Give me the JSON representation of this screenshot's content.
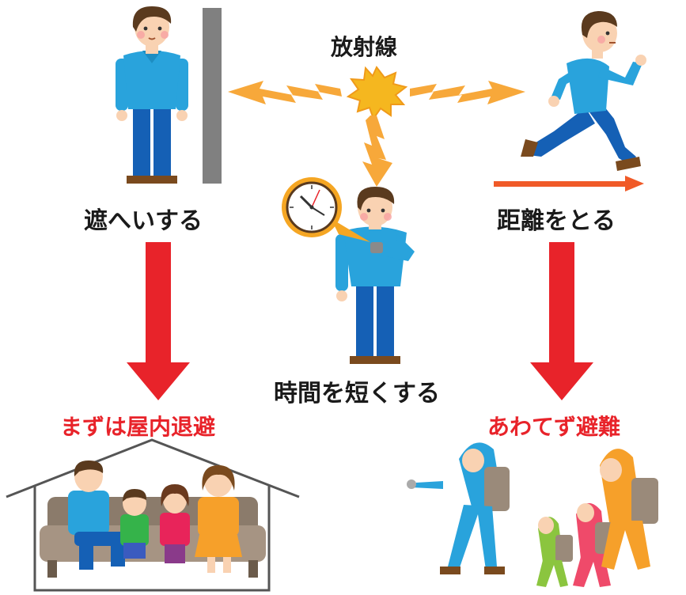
{
  "center_label": "放射線",
  "methods": {
    "shield": "遮へいする",
    "time": "時間を短くする",
    "distance": "距離をとる"
  },
  "actions": {
    "indoor": "まずは屋内退避",
    "evacuate": "あわてず避難"
  },
  "colors": {
    "radiation": "#f5a623",
    "arrow_red": "#e8232a",
    "distance_arrow": "#f05a28",
    "shirt": "#29a3dc",
    "pants": "#1560b5",
    "wall": "#808080"
  }
}
